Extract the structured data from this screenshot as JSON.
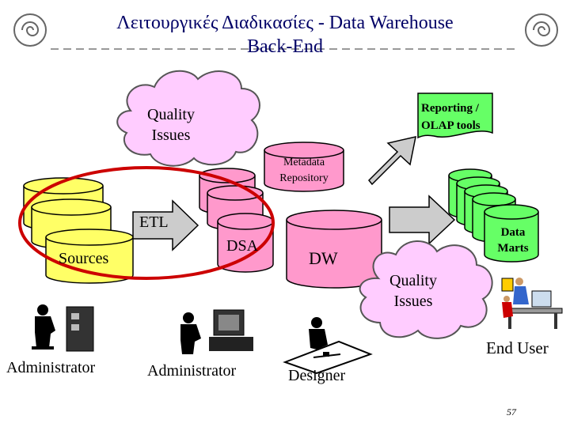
{
  "title": {
    "line1": "Λειτουργικές Διαδικασίες - Data Warehouse",
    "line2": "Back-End"
  },
  "labels": {
    "quality_issues_top": [
      "Quality",
      "Issues"
    ],
    "reporting": [
      "Reporting /",
      "OLAP tools"
    ],
    "metadata": [
      "Metadata",
      "Repository"
    ],
    "etl": "ETL",
    "sources": "Sources",
    "dsa": "DSA",
    "dw": "DW",
    "data_marts": [
      "Data",
      "Marts"
    ],
    "quality_issues_bottom": [
      "Quality",
      "Issues"
    ],
    "end_user": "End User",
    "admin1": "Administrator",
    "admin2": "Administrator",
    "designer": "Designer"
  },
  "slide_number": "57",
  "colors": {
    "title": "#000066",
    "cloud": "#ffccff",
    "yellow_db": "#ffff66",
    "pink_db": "#ff99cc",
    "green_db": "#66ff66",
    "gray": "#bdbdbd",
    "accent_red": "#cc0000",
    "header_dark": "#555555"
  }
}
